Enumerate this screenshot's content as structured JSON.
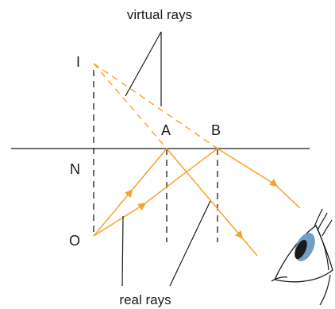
{
  "labels": {
    "virtual_rays": "virtual rays",
    "real_rays": "real rays",
    "image_point": "I",
    "normal_point": "N",
    "object_point": "O",
    "point_a": "A",
    "point_b": "B"
  },
  "colors": {
    "ray": "#f7a12b",
    "line": "#1a1a1a",
    "iris": "#6f9fc4",
    "pupil": "#1a1a1a",
    "background": "#ffffff"
  },
  "icons": {
    "eye": "eye-icon"
  }
}
